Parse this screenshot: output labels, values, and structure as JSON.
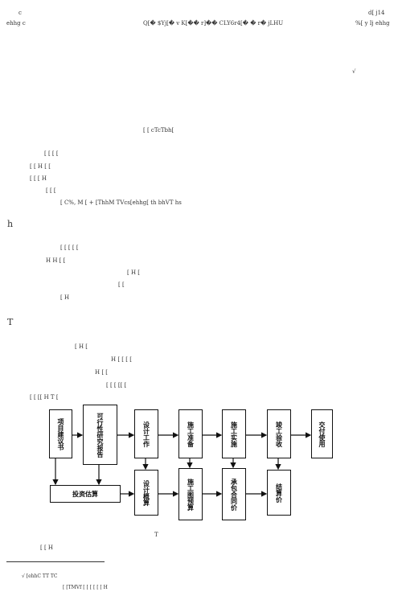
{
  "header": {
    "left_top": "c",
    "left_bottom": "ehhg     c",
    "center": "Q[� $Yj[� v K[�� r]�� CLY6r4[� � r� jLHU",
    "right_top": "d[ j14",
    "right_bottom": "%[ y Ij ehhg"
  },
  "mark_right": "√",
  "para1": {
    "lines": [
      "[                    [                 cTcTbh[",
      "[                                        [            [                                             [",
      "[                          [                                      H     [                                               [",
      "[              [                                                       [                                               H",
      "[              [            [",
      "[ C%,    M                               [ +                        [ThhM  TVcs[ehhg[ th   bhVT   hs"
    ]
  },
  "section1": {
    "heading": "h"
  },
  "para2": {
    "lines": [
      "[                                         [                              [                    [                  [",
      "H                                                                              H                                          [                 [",
      "[                                                                                          H   [",
      "[                                                                          [",
      "[                      H"
    ]
  },
  "section2": {
    "heading": "T"
  },
  "para3": {
    "lines": [
      "[                           H              [",
      "H            [                               [                                   [                   [",
      "H         [                                                                       [",
      "[                [                             [                       [[                    [",
      "[          [           [[                       H                           T        ["
    ]
  },
  "flowchart": {
    "row1": [
      "项目建议书",
      "可行性研究报告",
      "设计工作",
      "施工准备",
      "施工实施",
      "竣工验收",
      "交付使用"
    ],
    "row2": [
      "投资估算",
      "设计概算",
      "施工图预算",
      "承包合同价",
      "结算价"
    ]
  },
  "caption": "T",
  "para4": {
    "lines": [
      "[                                        [                                            H"
    ]
  },
  "footnotes": [
    "√              [ehhC    TT    TC",
    "[             [TMVf [ [     [          [                                      [            [                H"
  ]
}
